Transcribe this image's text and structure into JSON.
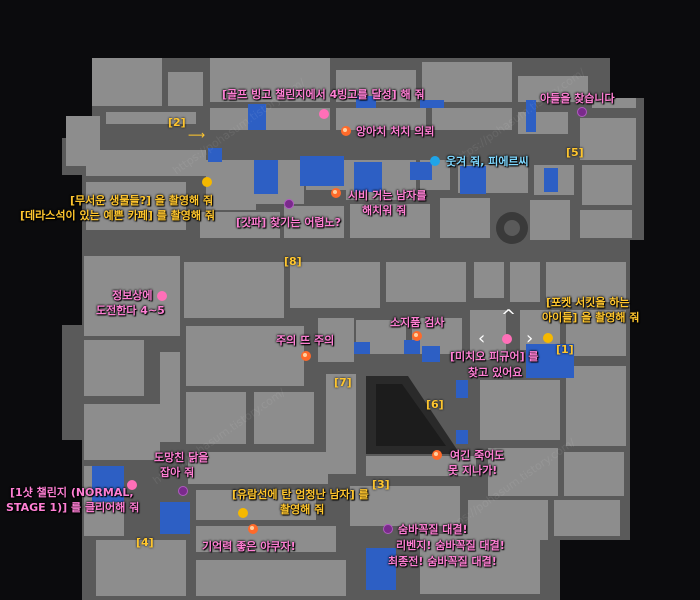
{
  "colors": {
    "background": "#0b0b0d",
    "block": "#8d8d8d",
    "road": "#5a5a5a",
    "blue_zone": "#2d5fc4",
    "pink_marker": "#ff6fb8",
    "purple_marker": "#7a2a8c",
    "yellow_marker": "#f5b800",
    "cyan_marker": "#1fa4e8",
    "orange_marker": "#ff6a2a"
  },
  "labels": {
    "golf": "[골프 빙고 챌린지에서 4빙고를 달성] 해 줘",
    "son": "아들을 찾습니다",
    "octopus": "앙아치 처치 의뢰",
    "smile": "웃겨 줘, 피에르씨",
    "scary1": "[무서운 생물들?] 을 촬영해 줘",
    "scary2": "[데라스석이 있는 예쁜 카페] 를 촬영해 줘",
    "kappa": "[갓파] 찾기는 어렵노?",
    "beggar1": "시비 거는 남자를",
    "beggar2": "해치워 줘",
    "info1": "정보상에",
    "info2": "도전한다 4~5",
    "lucky": "소지품 검사",
    "circuit1": "[포켓 서킷을 하는",
    "circuit2": "아이들] 을 촬영해 줘",
    "figure1": "[미치오 피규어] 를",
    "figure2": "찾고 있어요",
    "caution": "주의 뜨 주의",
    "dying1": "여긴 죽어도",
    "dying2": "못 지나가!",
    "chicken1": "도망친 닭을",
    "chicken2": "잡아 줘",
    "shot1": "[1샷 챌린지 (NORMAL,",
    "shot2": "STAGE 1)] 를 클리어해 줘",
    "bath1": "[유람선에 탄 엄청난 남자] 를",
    "bath2": "촬영해 줘",
    "memory": "기억력 좋은 야쿠자!",
    "sumo1": "숨바꼭질 대결!",
    "sumo2": "리벤지! 숨바꼭질 대결!",
    "sumo3": "최종전! 숨바꼭질 대결!"
  },
  "zones": {
    "z1": "[1]",
    "z2": "[2]",
    "z3": "[3]",
    "z4": "[4]",
    "z5": "[5]",
    "z6": "[6]",
    "z7": "[7]",
    "z8": "[8]"
  },
  "watermarks": {
    "w1": "https://pohasum.tistory.com/"
  }
}
